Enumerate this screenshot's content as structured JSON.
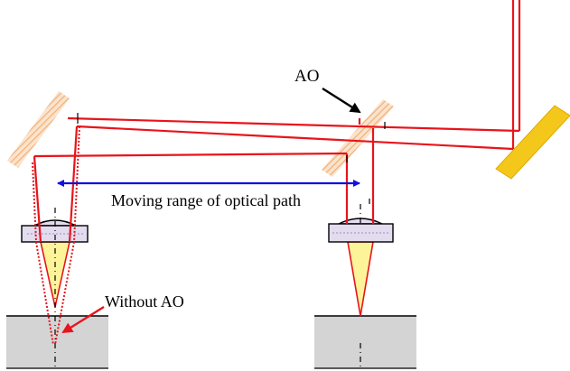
{
  "labels": {
    "ao": "AO",
    "moving_range": "Moving range of optical path",
    "without_ao": "Without AO"
  },
  "colors": {
    "beam": "#e8141b",
    "range_arrow": "#1010e0",
    "hatched_mirror": "#f0b27a",
    "fixed_mirror": "#f4c81a",
    "focus_cone": "#fdf49a",
    "lens_body": "#e3dcef",
    "sample": "#d4d4d4",
    "outline": "#000000"
  }
}
